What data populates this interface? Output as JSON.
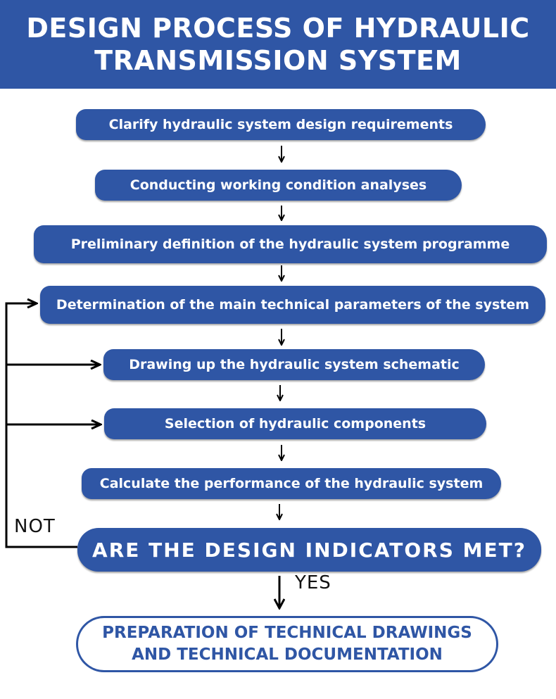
{
  "title": {
    "line1": "DESIGN PROCESS OF HYDRAULIC",
    "line2": "TRANSMISSION SYSTEM"
  },
  "steps": [
    "Clarify hydraulic system design requirements",
    "Conducting working condition analyses",
    "Preliminary definition of the hydraulic system programme",
    "Determination of the main technical parameters of the system",
    "Drawing up the hydraulic system schematic",
    "Selection of hydraulic components",
    "Calculate the performance of the hydraulic system"
  ],
  "decision": "ARE THE DESIGN INDICATORS MET?",
  "labels": {
    "no": "NOT",
    "yes": "YES"
  },
  "final": {
    "line1": "PREPARATION OF TECHNICAL DRAWINGS",
    "line2": "AND TECHNICAL DOCUMENTATION"
  },
  "colors": {
    "primary": "#2f56a5",
    "connector": "#000000",
    "background": "#ffffff"
  }
}
